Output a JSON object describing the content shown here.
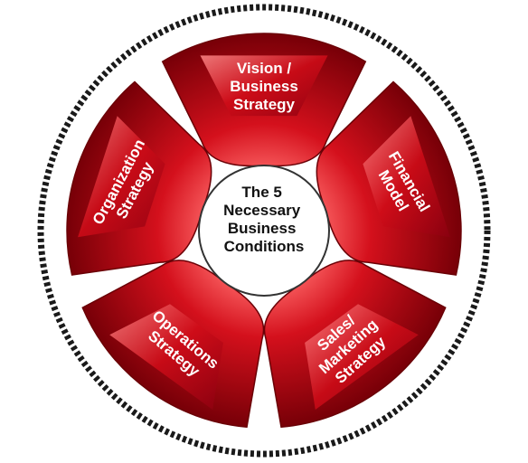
{
  "center": {
    "lines": [
      "The 5",
      "Necessary",
      "Business",
      "Conditions"
    ]
  },
  "segments": [
    {
      "id": "vision",
      "lines": [
        "Vision /",
        "Business",
        "Strategy"
      ]
    },
    {
      "id": "financial",
      "lines": [
        "Financial",
        "Model"
      ]
    },
    {
      "id": "sales",
      "lines": [
        "Sales/",
        "Marketing",
        "Strategy"
      ]
    },
    {
      "id": "operations",
      "lines": [
        "Operations",
        "Strategy"
      ]
    },
    {
      "id": "organization",
      "lines": [
        "Organization",
        "Strategy"
      ]
    }
  ],
  "colors": {
    "segment_dark": "#7a0008",
    "segment_mid": "#c40a14",
    "segment_light": "#ff5a5a",
    "ring_dashes": "#1a1a1a",
    "center_fill": "#ffffff",
    "center_stroke": "#333333"
  }
}
